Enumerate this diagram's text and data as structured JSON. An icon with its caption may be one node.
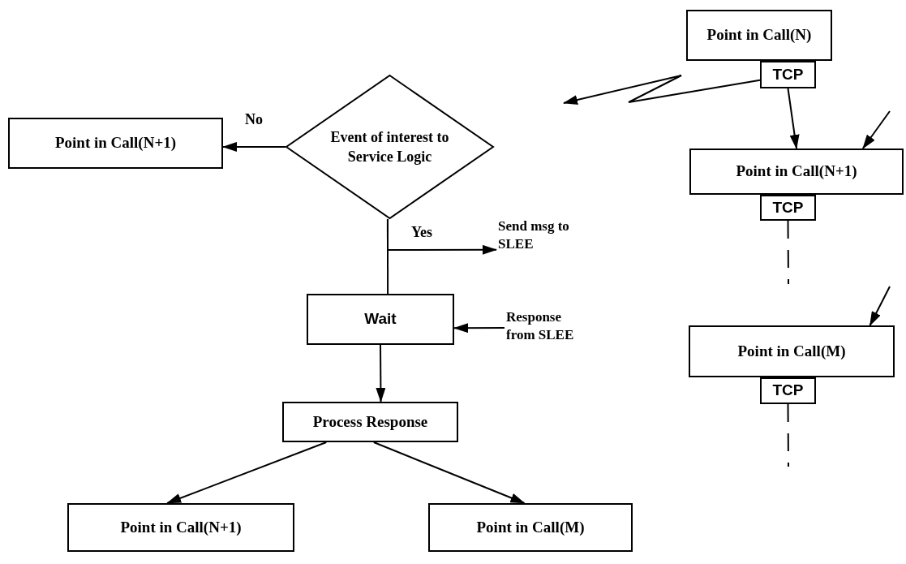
{
  "diagram": {
    "nodes": [
      {
        "text": [
          "Point in Call(N)"
        ]
      },
      {
        "text": [
          "TCP"
        ]
      },
      {
        "text": [
          "Point in Call(N+1)"
        ]
      },
      {
        "text": [
          "TCP"
        ]
      },
      {
        "text": [
          "Point in Call(M)"
        ]
      },
      {
        "text": [
          "TCP"
        ]
      },
      {
        "text": [
          "Point in Call(N+1)"
        ]
      },
      {
        "text": [
          "Event of interest to Service Logic"
        ]
      },
      {
        "text": [
          "Send msg to SLEE"
        ]
      },
      {
        "text": [
          "Wait"
        ]
      },
      {
        "text": [
          "Response from SLEE"
        ]
      },
      {
        "text": [
          "Process Response"
        ]
      },
      {
        "text": [
          "Point in Call(N+1)"
        ]
      },
      {
        "text": [
          "Point in Call(M)"
        ]
      }
    ],
    "edges": [
      {
        "from": 1,
        "to": null,
        "arrow": "to"
      },
      {
        "from": 1,
        "to": 2,
        "arrow": "to"
      },
      {
        "from": null,
        "to": 2,
        "arrow": "to"
      },
      {
        "from": 3,
        "to": null,
        "arrow": "none",
        "style": "dashed"
      },
      {
        "from": null,
        "to": 4,
        "arrow": "to"
      },
      {
        "from": 5,
        "to": null,
        "arrow": "none",
        "style": "dashed"
      },
      {
        "from": 7,
        "to": 6,
        "arrow": "to",
        "label": "No"
      },
      {
        "from": 7,
        "to": 8,
        "arrow": "to",
        "label": "Yes"
      },
      {
        "from": 7,
        "to": 9,
        "arrow": "none"
      },
      {
        "from": 10,
        "to": 9,
        "arrow": "to"
      },
      {
        "from": 9,
        "to": 11,
        "arrow": "to"
      },
      {
        "from": 11,
        "to": 12,
        "arrow": "to"
      },
      {
        "from": 11,
        "to": 13,
        "arrow": "to"
      }
    ]
  }
}
